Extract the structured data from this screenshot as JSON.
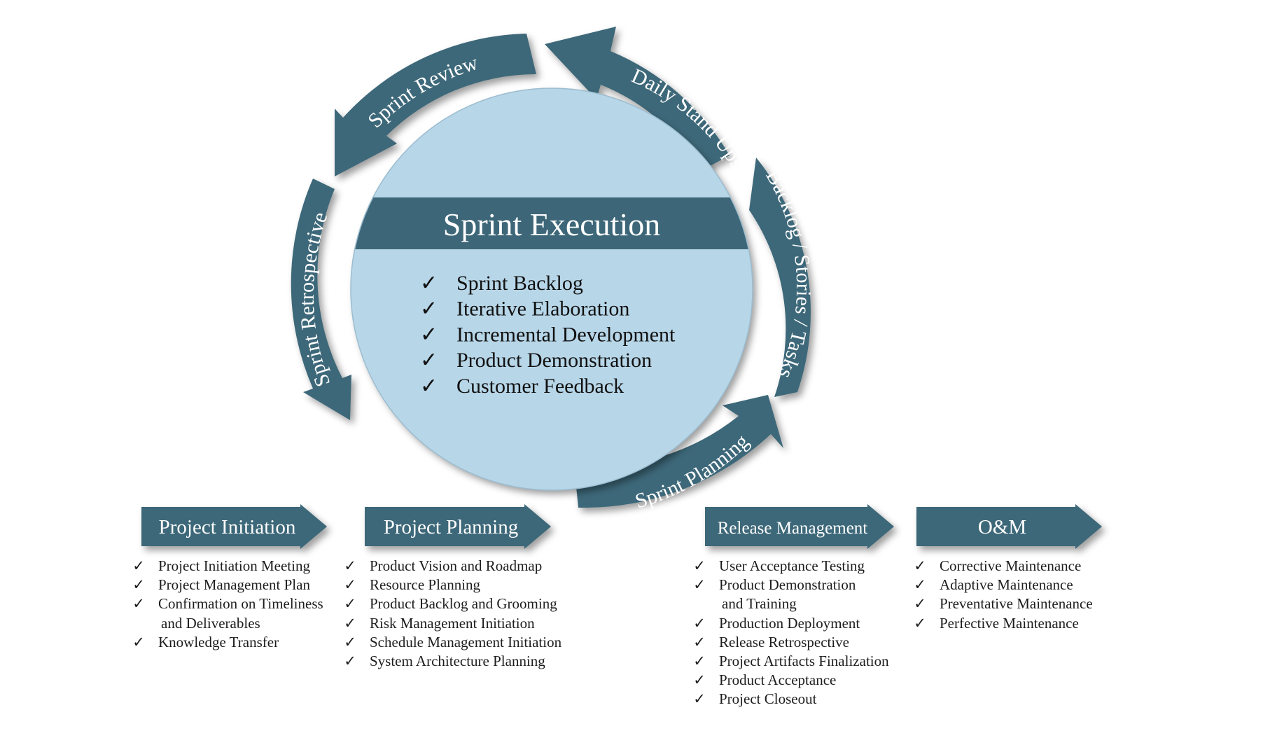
{
  "center": {
    "title": "Sprint Execution",
    "items": [
      "Sprint Backlog",
      "Iterative Elaboration",
      "Incremental Development",
      "Product Demonstration",
      "Customer Feedback"
    ]
  },
  "cycle": {
    "daily_stand_ups": "Daily Stand Ups",
    "backlog_stories_tasks": "Backlog / Stories / Tasks",
    "sprint_planning": "Sprint Planning",
    "sprint_retrospective": "Sprint Retrospective",
    "sprint_review": "Sprint Review"
  },
  "phases": [
    {
      "label": "Project Initiation",
      "items": [
        [
          "Project Initiation Meeting"
        ],
        [
          "Project Management Plan"
        ],
        [
          "Confirmation on Timeliness",
          "and Deliverables"
        ],
        [
          "Knowledge Transfer"
        ]
      ]
    },
    {
      "label": "Project Planning",
      "items": [
        [
          "Product Vision and Roadmap"
        ],
        [
          "Resource Planning"
        ],
        [
          "Product Backlog and Grooming"
        ],
        [
          "Risk Management Initiation"
        ],
        [
          "Schedule Management Initiation"
        ],
        [
          "System Architecture Planning"
        ]
      ]
    },
    {
      "label": "Release Management",
      "items": [
        [
          "User Acceptance Testing"
        ],
        [
          "Product Demonstration",
          "and Training"
        ],
        [
          "Production Deployment"
        ],
        [
          "Release Retrospective"
        ],
        [
          "Project Artifacts Finalization"
        ],
        [
          "Product Acceptance"
        ],
        [
          "Project Closeout"
        ]
      ]
    },
    {
      "label": "O&M",
      "items": [
        [
          "Corrective Maintenance"
        ],
        [
          "Adaptive Maintenance"
        ],
        [
          "Preventative Maintenance"
        ],
        [
          "Perfective Maintenance"
        ]
      ]
    }
  ],
  "check_symbol": "✓",
  "colors": {
    "arrow": "#3d6779",
    "circle_fill": "#b7d6e8",
    "band": "#3d6779"
  }
}
